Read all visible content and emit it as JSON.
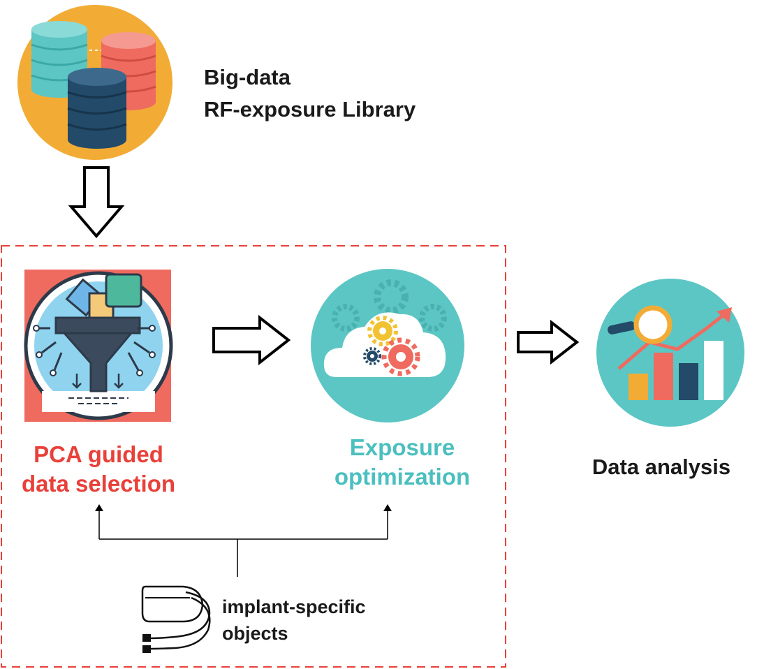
{
  "nodes": {
    "library": {
      "line1": "Big-data",
      "line2": "RF-exposure Library",
      "icon": "database-icon"
    },
    "pca": {
      "line1": "PCA guided",
      "line2": "data selection",
      "icon": "funnel-filter-icon",
      "color": "#e8403a"
    },
    "exposure": {
      "line1": "Exposure",
      "line2": "optimization",
      "icon": "cloud-gears-icon",
      "color": "#4cbfbf"
    },
    "analysis": {
      "label": "Data analysis",
      "icon": "bar-chart-magnifier-icon"
    },
    "implant": {
      "line1": "implant-specific",
      "line2": "objects",
      "icon": "pacemaker-icon"
    }
  },
  "colors": {
    "dashed_border": "#e8403a",
    "library_bg": "#f2ac35",
    "teal": "#5cc6c4",
    "coral": "#ef6b5f",
    "navy": "#234a68"
  }
}
